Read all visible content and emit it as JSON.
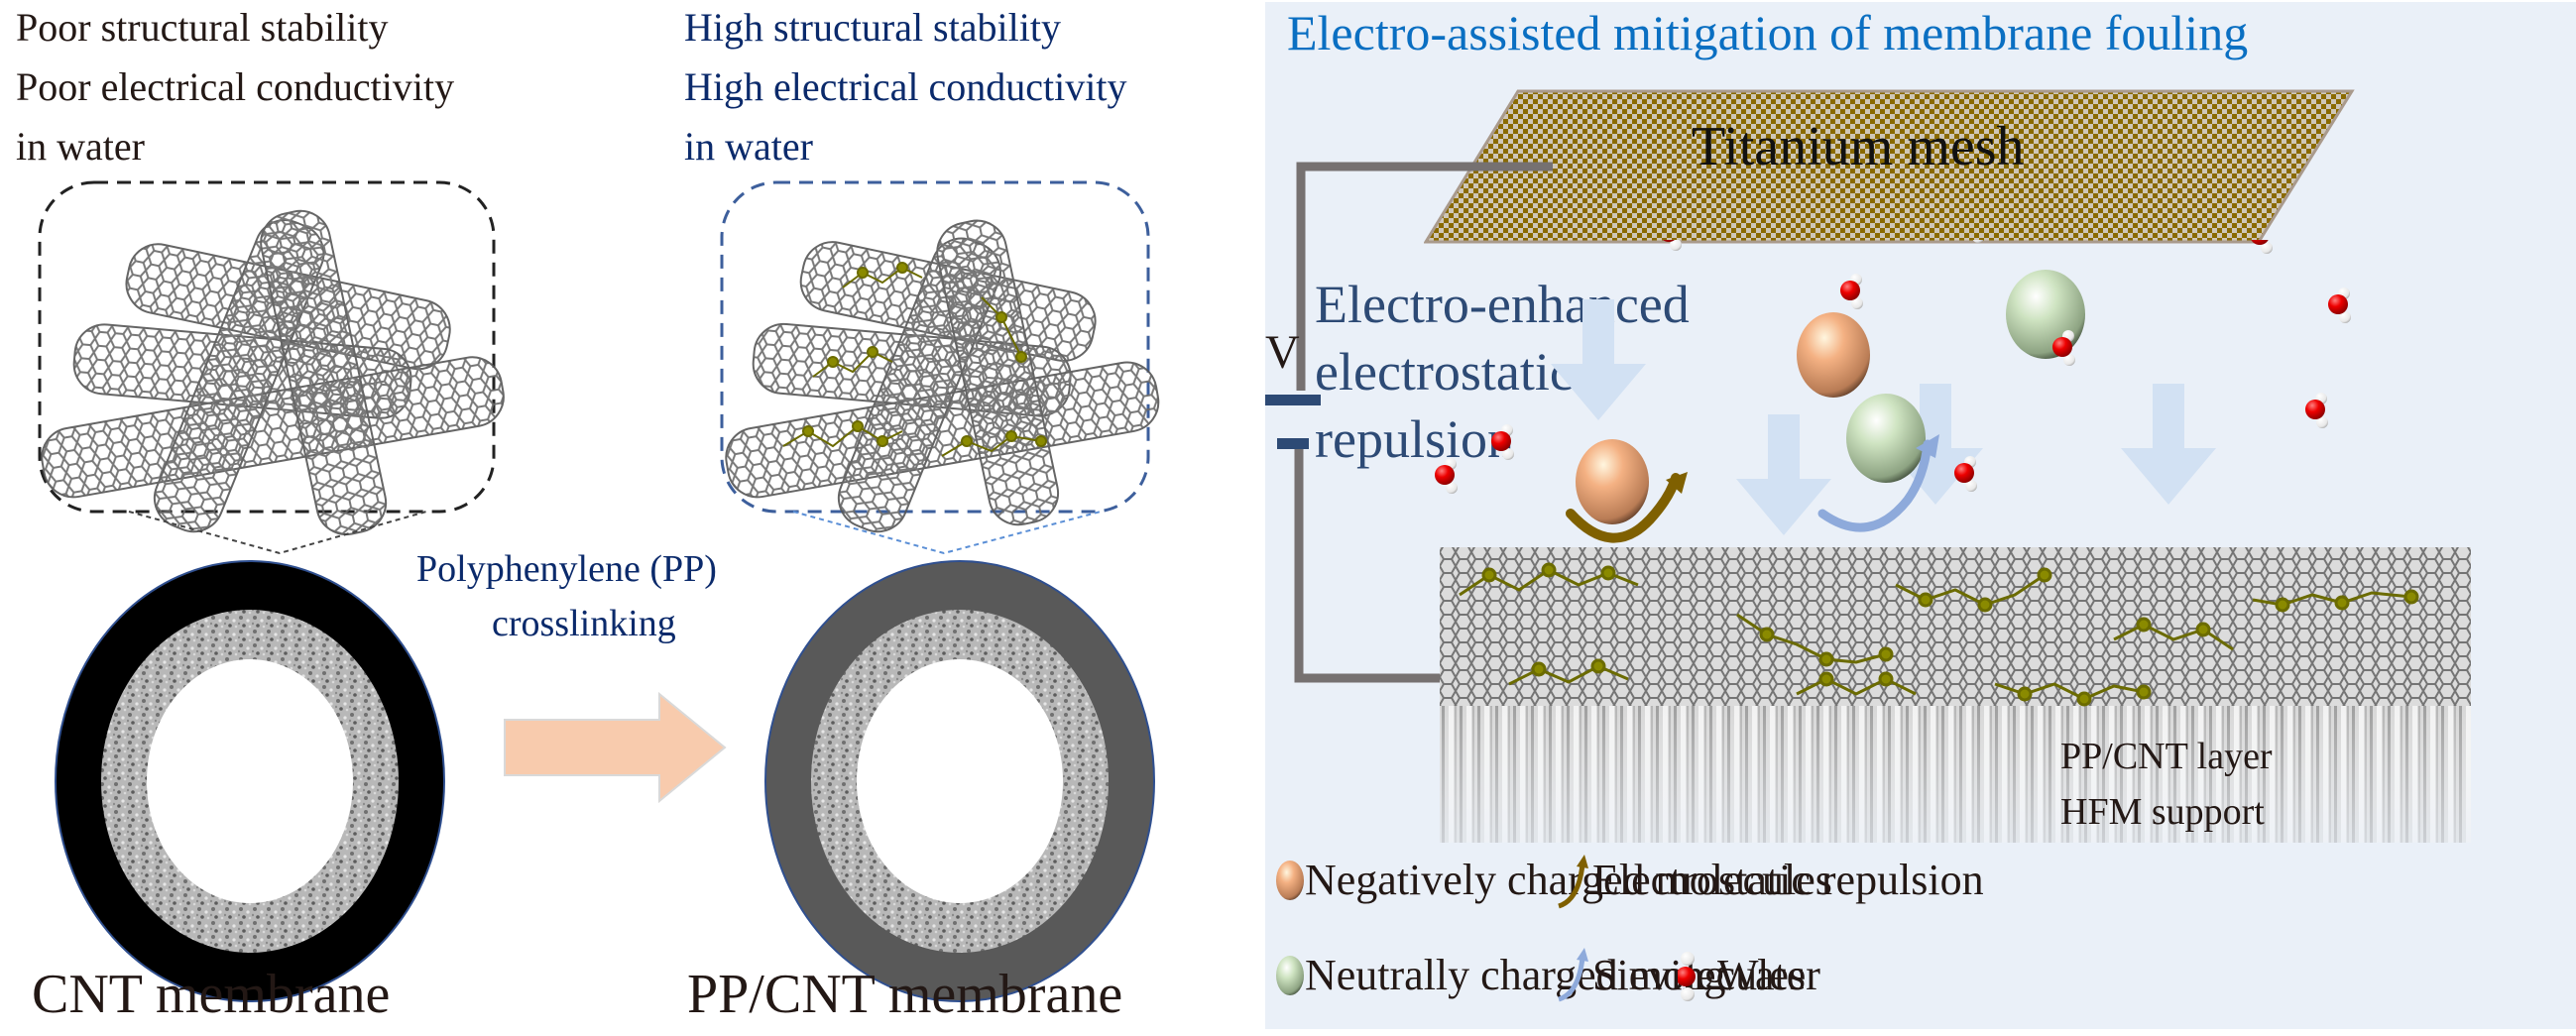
{
  "left_panel": {
    "cnt": {
      "properties": [
        "Poor structural stability",
        "Poor electrical conductivity",
        "in water"
      ],
      "label": "CNT membrane"
    },
    "pp_cnt": {
      "properties": [
        "High structural stability",
        "High electrical conductivity",
        "in water"
      ],
      "label": "PP/CNT membrane"
    },
    "process": {
      "line1": "Polyphenylene (PP)",
      "line2": "crosslinking"
    }
  },
  "right_panel": {
    "title": "Electro-assisted mitigation of membrane fouling",
    "mesh_label": "Titanium mesh",
    "voltage_label": "V",
    "mechanism": [
      "Electro-enhanced",
      "electrostatic",
      "repulsion"
    ],
    "layer_label": "PP/CNT layer",
    "support_label": "HFM support",
    "legend": [
      {
        "icon": "negative-molecule-icon",
        "label": "Negatively charged molecules"
      },
      {
        "icon": "electrostatic-repulsion-arrow-icon",
        "label": "Electrostatic repulsion"
      },
      {
        "icon": "neutral-molecule-icon",
        "label": "Neutrally charged molecules"
      },
      {
        "icon": "sieving-arrow-icon",
        "label": "Sieving"
      },
      {
        "icon": "water-molecule-icon",
        "label": "Water"
      }
    ]
  },
  "colors": {
    "panel_bg": "#eaf0f8",
    "title_blue": "#0a6fc2",
    "navy_text": "#0b2a6b",
    "slate_text": "#2d4a75",
    "mesh_gold": "#8a6a00",
    "wire_gray": "#767171",
    "negative_molecule": "#f4b183",
    "neutral_molecule": "#c5dcb8",
    "repulsion_arrow": "#7f6000",
    "sieving_arrow": "#8eaadb",
    "flow_arrow": "#d2e1f3",
    "process_arrow": "#f8cbad"
  }
}
